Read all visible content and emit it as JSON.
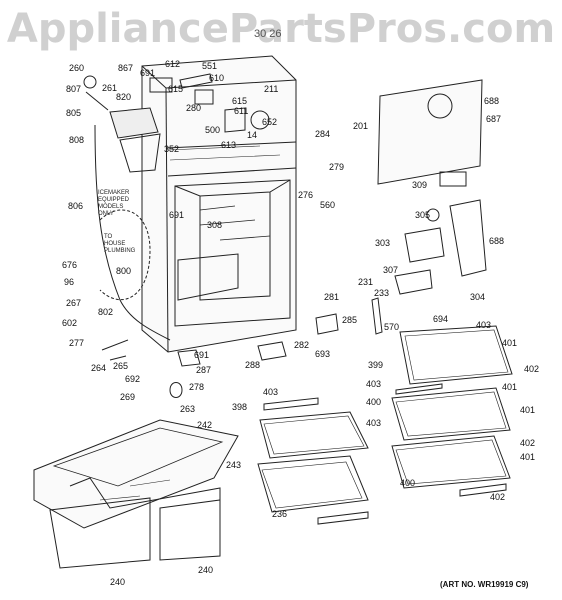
{
  "watermark": "AppliancePartsPros.com",
  "subtitle": "30 26",
  "art_number": "(ART NO. WR19919 C9)",
  "notes": {
    "icemaker": "ICEMAKER EQUIPPED MODELS ONLY",
    "plumbing": "TO HOUSE PLUMBING"
  },
  "part_labels": [
    "260",
    "867",
    "691",
    "612",
    "551",
    "610",
    "807",
    "261",
    "820",
    "615",
    "211",
    "280",
    "615",
    "611",
    "688",
    "805",
    "652",
    "201",
    "687",
    "500",
    "14",
    "284",
    "613",
    "352",
    "279",
    "808",
    "276",
    "560",
    "309",
    "691",
    "308",
    "806",
    "305",
    "688",
    "303",
    "676",
    "800",
    "96",
    "307",
    "304",
    "267",
    "231",
    "281",
    "233",
    "285",
    "802",
    "602",
    "277",
    "570",
    "694",
    "403",
    "282",
    "693",
    "401",
    "691",
    "264",
    "265",
    "287",
    "288",
    "399",
    "402",
    "692",
    "278",
    "403",
    "401",
    "269",
    "263",
    "403",
    "398",
    "400",
    "401",
    "242",
    "403",
    "402",
    "401",
    "243",
    "400",
    "236",
    "402",
    "240",
    "240"
  ]
}
